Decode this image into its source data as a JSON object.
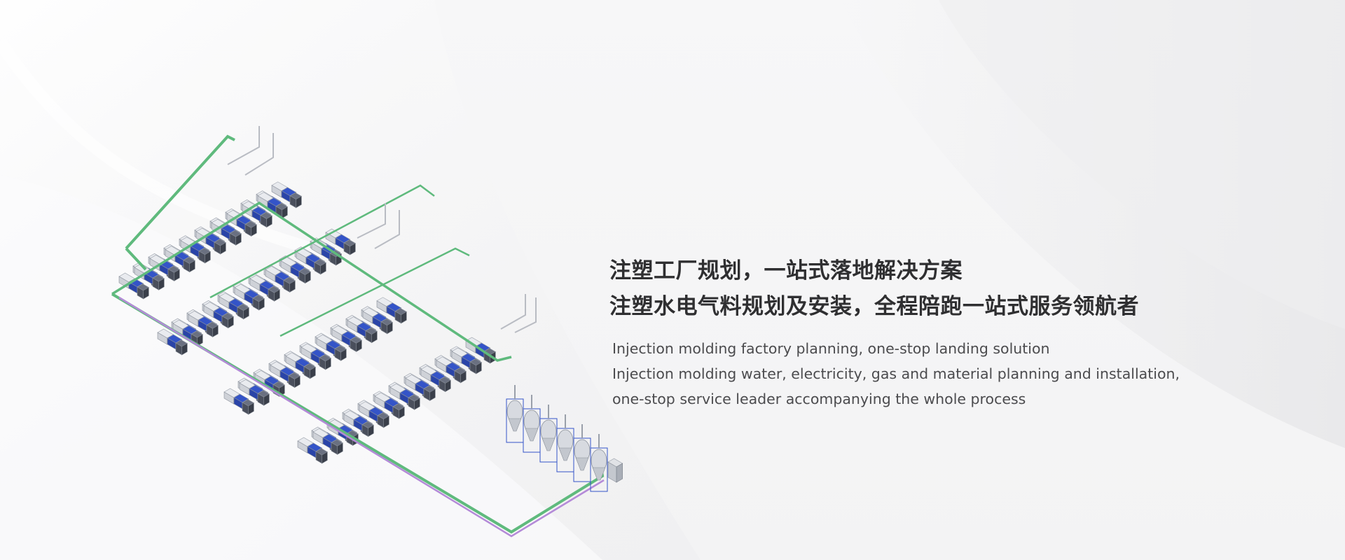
{
  "banner": {
    "headline_1": "注塑工厂规划，一站式落地解决方案",
    "headline_2": "注塑水电气料规划及安装，全程陪跑一站式服务领航者",
    "subtext_line_1": "Injection molding factory planning, one-stop landing solution",
    "subtext_line_2": "Injection molding water, electricity, gas and material planning and installation,",
    "subtext_line_3": "one-stop service leader accompanying the whole process"
  },
  "illustration": {
    "icon": "injection-molding-factory-layout",
    "colors": {
      "machine_blue": "#3454c8",
      "machine_gray": "#cfd2d8",
      "machine_dark": "#4a4f5c",
      "pipe_green": "#5fba7d",
      "pipe_purple": "#b48ad8",
      "pipe_gray": "#b9bcc3"
    }
  }
}
